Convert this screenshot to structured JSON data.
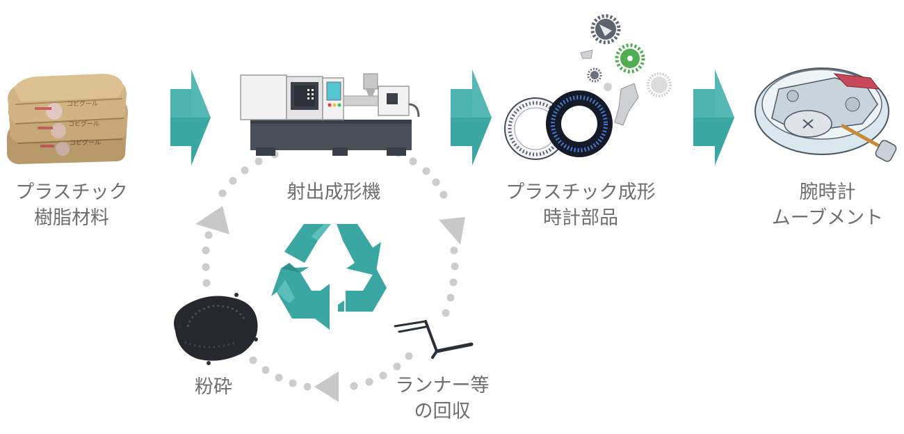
{
  "steps": [
    {
      "line1": "プラスチック",
      "line2": "樹脂材料"
    },
    {
      "line1": "射出成形機"
    },
    {
      "line1": "プラスチック成形",
      "line2": "時計部品"
    },
    {
      "line1": "腕時計",
      "line2": "ムーブメント"
    }
  ],
  "recycle": [
    {
      "line1": "ランナー等",
      "line2": "の回収"
    },
    {
      "line1": "粉砕"
    }
  ],
  "bag_print": [
    "コピグール",
    "コピグール",
    "コピグール"
  ],
  "colors": {
    "arrow_teal": "#3aa7a3",
    "recycle_teal": "#3aa7a3",
    "dots_gray": "#cccccc",
    "label_gray": "#6e6e6e"
  },
  "icons": {
    "flow_arrow": "teal-chevron-arrow-icon",
    "cycle_arrow": "gray-triangle-arrow-icon",
    "recycle": "recycle-icon"
  }
}
